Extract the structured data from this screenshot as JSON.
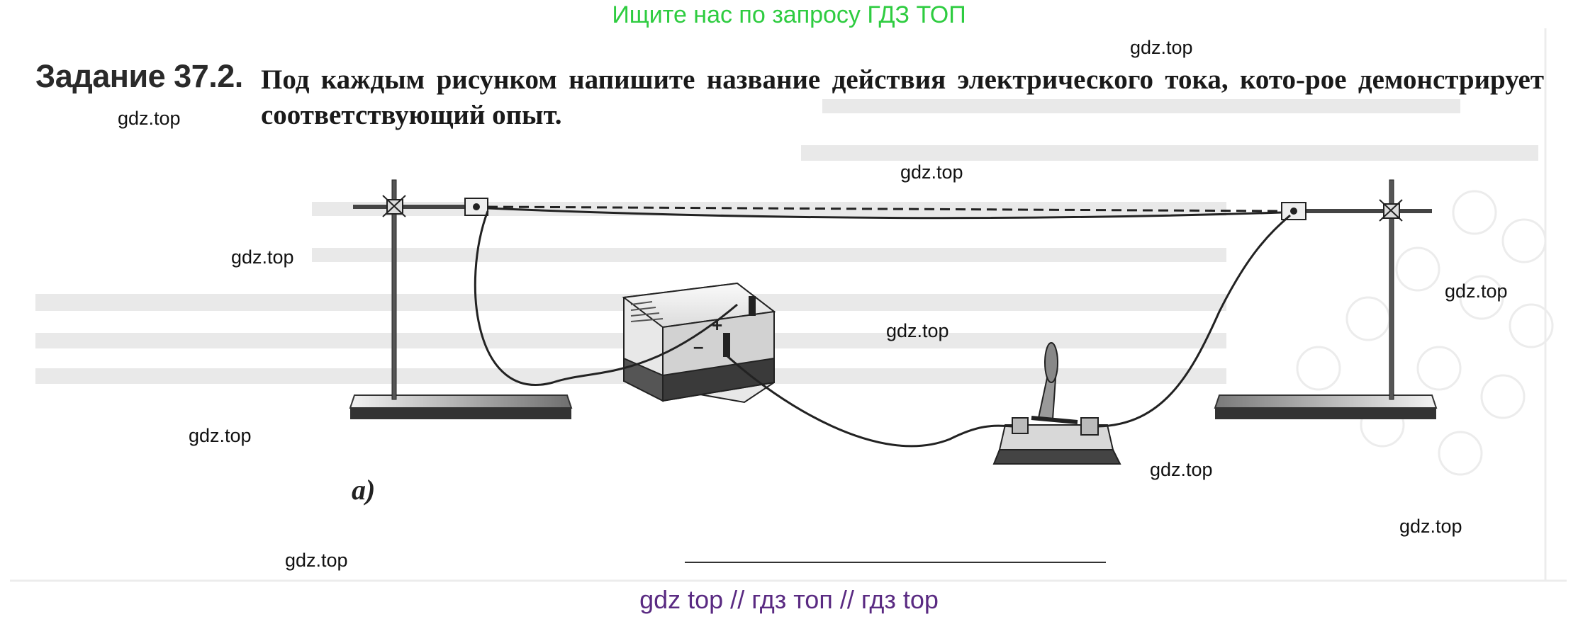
{
  "watermark_top": "Ищите нас по запросу ГДЗ ТОП",
  "watermark_bottom": "gdz top  //  гдз топ  //  гдз top",
  "task": {
    "label": "Задание 37.2.",
    "text": "Под каждым рисунком напишите название действия электрического тока, кото-рое демонстрирует соответствующий опыт."
  },
  "gdz_marks": [
    "gdz.top",
    "gdz.top",
    "gdz.top",
    "gdz.top",
    "gdz.top",
    "gdz.top",
    "gdz.top",
    "gdz.top",
    "gdz.top",
    "gdz.top"
  ],
  "figure": {
    "label": "a)",
    "battery_plus": "+",
    "battery_minus": "–"
  },
  "colors": {
    "watermark_top": "#2ecc40",
    "watermark_bottom": "#5a2a82",
    "text": "#1a1a1a"
  }
}
